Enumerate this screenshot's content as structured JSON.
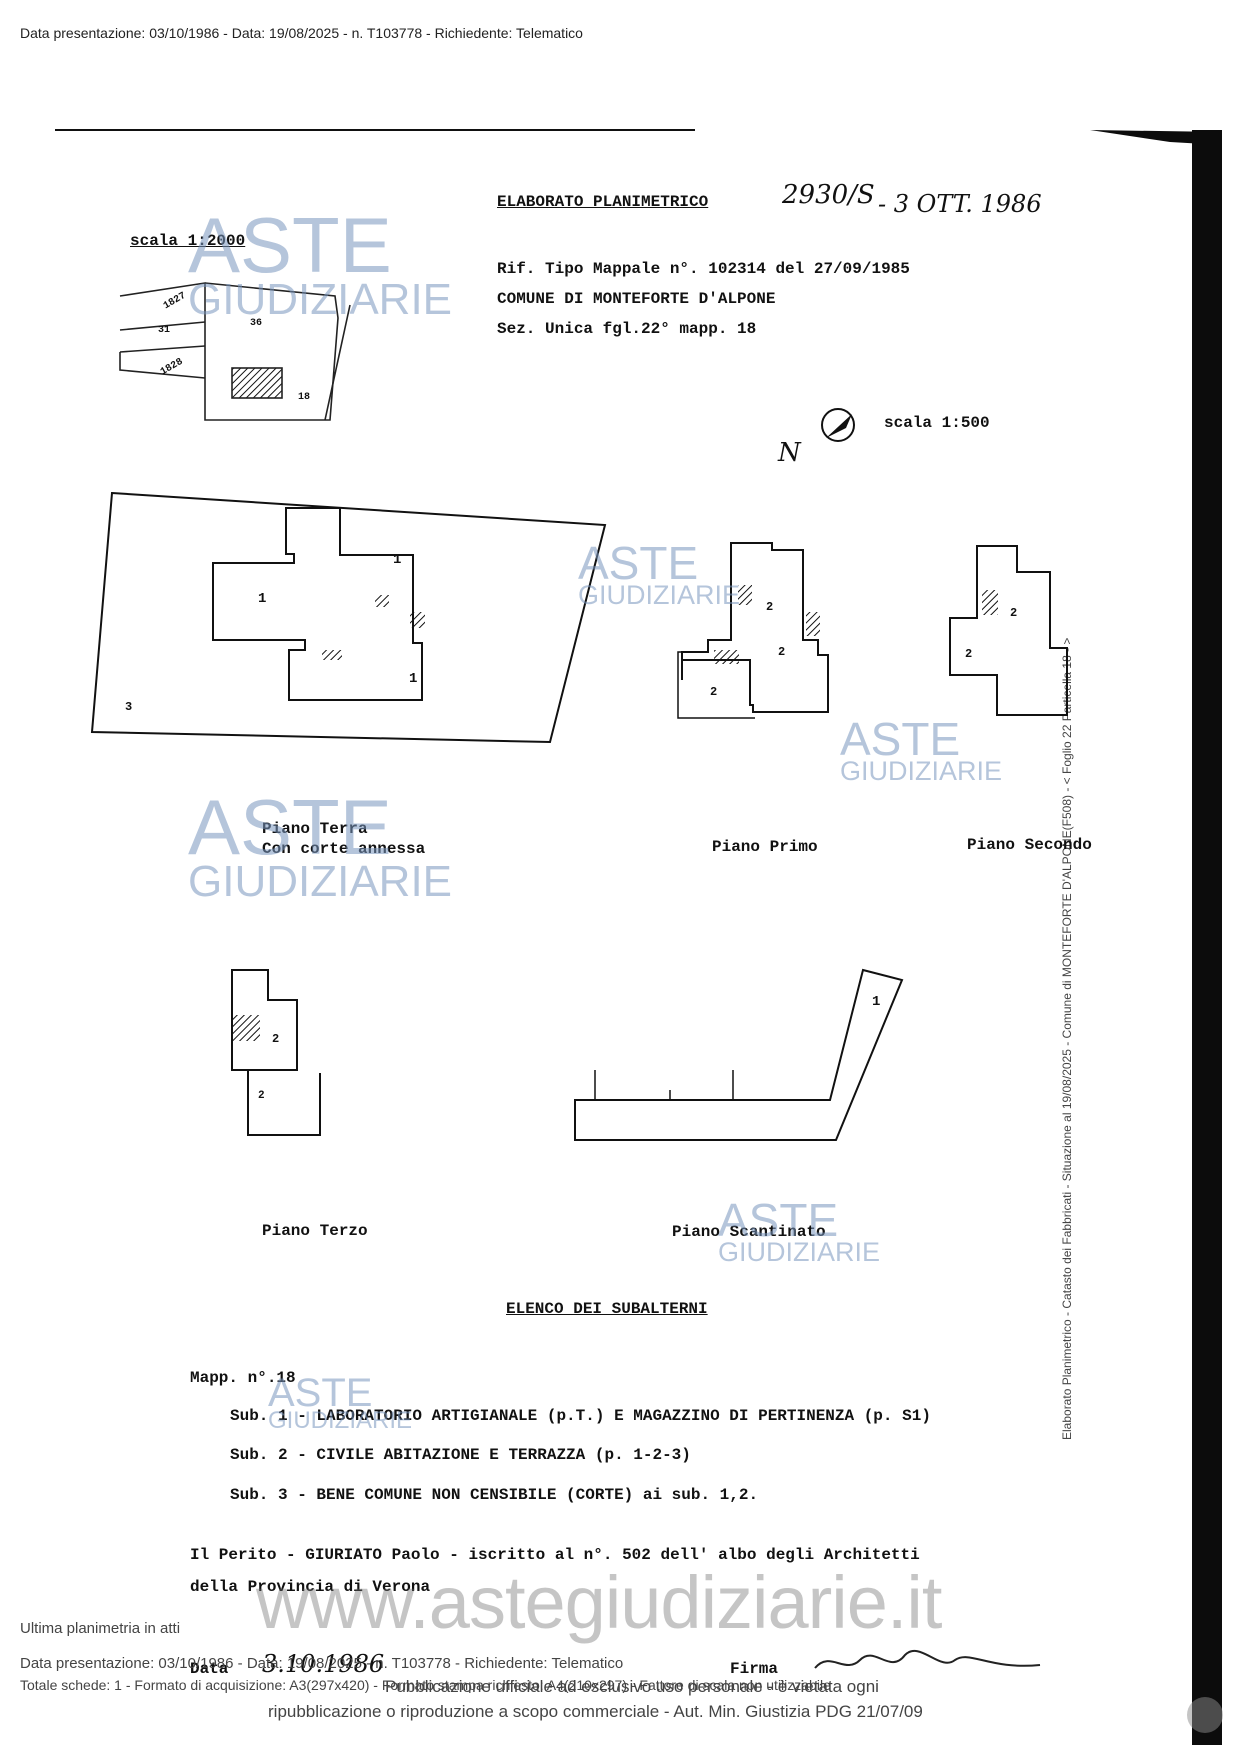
{
  "header": {
    "top_line": "Data presentazione: 03/10/1986 - Data: 19/08/2025 - n. T103778 - Richiedente: Telematico"
  },
  "document": {
    "title": "ELABORATO PLANIMETRICO",
    "stamp_number": "2930/S",
    "stamp_date": "- 3 OTT. 1986",
    "scale_small": "scala 1:2000",
    "ref_line1": "Rif. Tipo Mappale n°. 102314 del 27/09/1985",
    "ref_line2": "COMUNE DI MONTEFORTE D'ALPONE",
    "ref_line3": "Sez. Unica  fgl.22° mapp. 18",
    "scale_large": "scala 1:500",
    "north": "N",
    "map_labels": [
      "1827",
      "31",
      "1828",
      "36",
      "18"
    ]
  },
  "floors": {
    "terra_line1": "Piano Terra",
    "terra_line2": "Con corte annessa",
    "primo": "Piano Primo",
    "secondo": "Piano Secondo",
    "terzo": "Piano Terzo",
    "scantinato": "Piano Scantinato",
    "sub_numbers": [
      "1",
      "2",
      "3"
    ]
  },
  "subalterni": {
    "heading": "ELENCO DEI SUBALTERNI",
    "mapp": "Mapp. n°.18",
    "items": [
      "Sub. 1 - LABORATORIO ARTIGIANALE (p.T.) E MAGAZZINO DI PERTINENZA (p. S1)",
      "Sub. 2 - CIVILE ABITAZIONE E TERRAZZA (p. 1-2-3)",
      "Sub. 3 - BENE COMUNE NON CENSIBILE (CORTE) ai sub. 1,2."
    ]
  },
  "perito": {
    "line1": "Il Perito - GIURIATO Paolo - iscritto al n°. 502 dell' albo degli Architetti",
    "line2": "della Provincia di Verona"
  },
  "signature": {
    "data_label": "Data",
    "data_value": "3.10.1986",
    "firma_label": "Firma"
  },
  "watermark": {
    "brand_top": "ASTE",
    "brand_bottom": "GIUDIZIARIE",
    "url": "www.astegiudiziarie.it"
  },
  "footer": {
    "note": "Ultima planimetria in atti",
    "line1": "Data presentazione: 03/10/1986 - Data: 19/08/2025 - n. T103778 - Richiedente: Telematico",
    "line2": "Totale schede: 1 - Formato di acquisizione: A3(297x420) - Formato stampa richiesto: A4(210x297) - Fattore di scala non utilizzabile",
    "notice1": "Pubblicazione ufficiale ad esclusivo uso personale - è vietata ogni",
    "notice2": "ripubblicazione o riproduzione a scopo commerciale - Aut. Min. Giustizia PDG 21/07/09"
  },
  "side_text": "Elaborato Planimetrico - Catasto dei Fabbricati - Situazione al 19/08/2025 - Comune di MONTEFORTE D'ALPONE(F508) - < Foglio 22 Particella 18 - >"
}
